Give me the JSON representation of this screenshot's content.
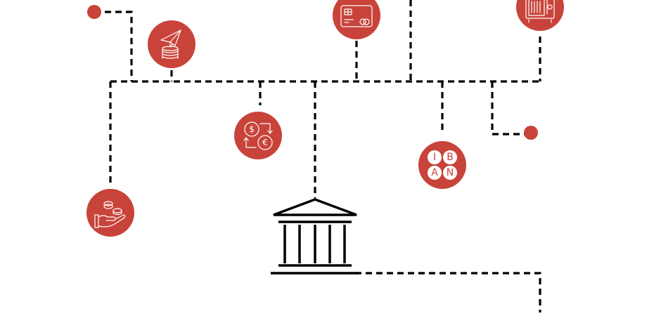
{
  "colors": {
    "node": "#c8433a",
    "line": "#000000",
    "icon": "#ffffff",
    "background": "#ffffff"
  },
  "nodes": [
    {
      "icon": "paper-plane-coins-icon"
    },
    {
      "icon": "credit-card-icon"
    },
    {
      "icon": "safe-icon"
    },
    {
      "icon": "currency-exchange-icon",
      "symbols": [
        "$",
        "€"
      ]
    },
    {
      "icon": "iban-icon",
      "letters": [
        "I",
        "B",
        "A",
        "N"
      ]
    },
    {
      "icon": "hand-coins-icon"
    },
    {
      "icon": "bank-building-icon"
    }
  ]
}
